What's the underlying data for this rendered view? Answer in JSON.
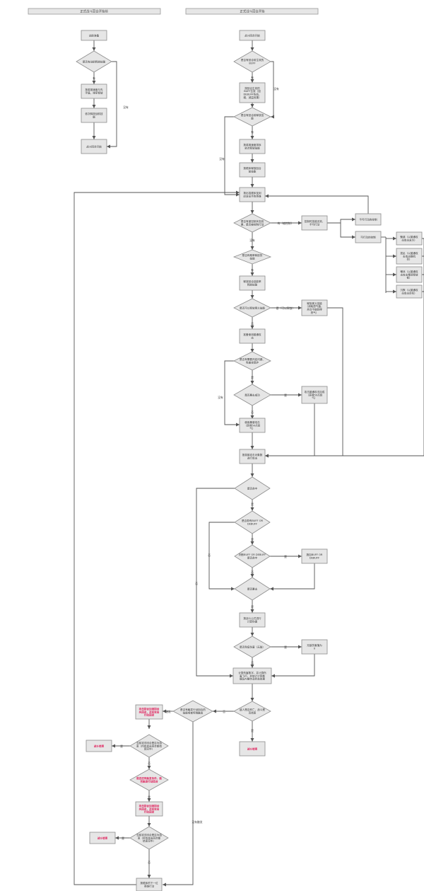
{
  "headers": {
    "left": "正式战斗回合开始前",
    "right": "正式战斗回合开始"
  },
  "nodes": {
    "l1": [
      "战前准备"
    ],
    "l2": [
      "是否有战前释放技能"
    ],
    "l3": [
      "按英雄速度与先",
      "手值，排序释放"
    ],
    "l4": [
      "依次释放战前技",
      "能"
    ],
    "l5": [
      "战斗回合开始"
    ],
    "r1": [
      "战斗回合开始"
    ],
    "r2": [
      "是否有回合前生效的",
      "BUFF"
    ],
    "r3": [
      "按回合生效的",
      "BUFF生效（如",
      "DEBUFF伤血、",
      "增、减益效果）"
    ],
    "r4": [
      "是否有回合前释放技",
      "能"
    ],
    "r5": [
      "按英雄速度排序",
      "依次释放技能"
    ],
    "r6": [
      "按顺序释放回合",
      "前技能"
    ],
    "r7": [
      "按出招顺序找到",
      "应该出手的英雄"
    ],
    "r8": [
      "是否有被控制状态效",
      "果，是否被控制行动"
    ],
    "r9": [
      "控制时技能无效，",
      "不可行动"
    ],
    "r10": [
      "是否有概率释放的",
      "技能"
    ],
    "r11": [
      "释放回合技能率",
      "释放技能"
    ],
    "r12": [
      "是否可以释放奥义技能"
    ],
    "r13": [
      "释放奥义技能",
      "（消耗怒气值，",
      "并且不能获得",
      "怒气）"
    ],
    "r14": [
      "准备使用普通攻",
      "击"
    ],
    "r15": [
      "是否有需要判定闪避、",
      "免普攻保护"
    ],
    "r16": [
      "是否暴击成功"
    ],
    "r17": [
      "攻击普通攻击加成",
      "（获得50点怒",
      "气）"
    ],
    "r18": [
      "使用暴普攻击",
      "（获得50点怒",
      "气）"
    ],
    "r19": [
      "按英雄攻击对象数",
      "进行攻击"
    ],
    "r20": [
      "是否命中"
    ],
    "r21": [
      "是否带有BUFF OR",
      "DEBUFF"
    ],
    "r22": [
      "判断BUFF OR DEBUFF",
      "是否命中"
    ],
    "r23": [
      "施加BUFF OR",
      "DEBUFF"
    ],
    "r24": [
      "是否暴击"
    ],
    "r25": [
      "按战斗公式进行",
      "计算伤害"
    ],
    "r26": [
      "是否免疫伤害（无敌）"
    ],
    "r27": [
      "无敌伤害值为",
      "0"
    ],
    "r28": [
      "计算伤害数字，并计算伤",
      "害飞行、并统计计算数",
      "据及AI操作及状态效果"
    ],
    "r29": [
      "敌人是否死亡，战斗是",
      "否结束"
    ],
    "r30": [
      "战斗结束"
    ],
    "b1": [
      "是否有触发行动回合的",
      "技能或者特殊触发"
    ],
    "b2": [
      "攻击回合加速回合",
      "失回合，对应攻击",
      "行动回合"
    ],
    "b3": [
      "当前攻击回合是否为结",
      "束（所有攻击回合都结",
      "算完毕）"
    ],
    "b4": [
      "战斗结束"
    ],
    "b5": [
      "是否还有触发条件，能",
      "否触发行动回合"
    ],
    "b6": [
      "攻击回合加速回合",
      "失回合，对应攻击",
      "行动回合"
    ],
    "b7": [
      "当前攻击回合是否为结",
      "束（所有攻击回合都",
      "结束完毕）"
    ],
    "b8": [
      "战斗结束"
    ],
    "b9": [
      "按顺序的下一位",
      "英雄行动"
    ],
    "c1": [
      "不可行动的控制"
    ],
    "c2": [
      "可行动的控制"
    ],
    "c3": [
      "魅惑（以普通攻",
      "击攻击友方）"
    ],
    "c4": [
      "混乱（以普通攻",
      "击攻击随机",
      "目）"
    ],
    "c5": [
      "嘲讽（以普通攻",
      "击攻击嘲讽释放",
      "者）"
    ],
    "c6": [
      "沉默（以普通攻",
      "击攻击目标）"
    ]
  },
  "labels": {
    "yes": "是",
    "no": "否",
    "none": "没有",
    "have": "有",
    "have_controlled": "有（被控制）",
    "can_release": "是（可以释放）",
    "trigger": "触发",
    "not_trigger": "没有触发"
  }
}
